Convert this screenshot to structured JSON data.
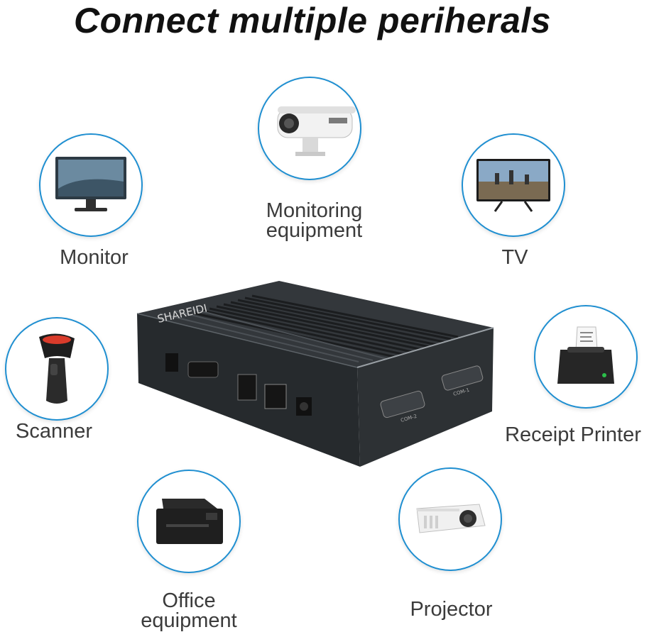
{
  "title": "Connect multiple periherals",
  "device": {
    "brand": "SHAREIDI",
    "port_labels": [
      "COM-2",
      "COM-1"
    ]
  },
  "peripherals": [
    {
      "id": "monitor",
      "label": "Monitor",
      "icon": "monitor-icon"
    },
    {
      "id": "monitoring",
      "label_line1": "Monitoring",
      "label_line2": "equipment",
      "icon": "security-camera-icon"
    },
    {
      "id": "tv",
      "label": "TV",
      "icon": "tv-icon"
    },
    {
      "id": "scanner",
      "label": "Scanner",
      "icon": "barcode-scanner-icon"
    },
    {
      "id": "receipt-printer",
      "label": "Receipt Printer",
      "icon": "receipt-printer-icon"
    },
    {
      "id": "office",
      "label_line1": "Office",
      "label_line2": "equipment",
      "icon": "office-printer-icon"
    },
    {
      "id": "projector",
      "label": "Projector",
      "icon": "projector-icon"
    }
  ],
  "colors": {
    "ring": "#1f8fd1",
    "label": "#3b3b3b",
    "device": "#2b2e31"
  }
}
